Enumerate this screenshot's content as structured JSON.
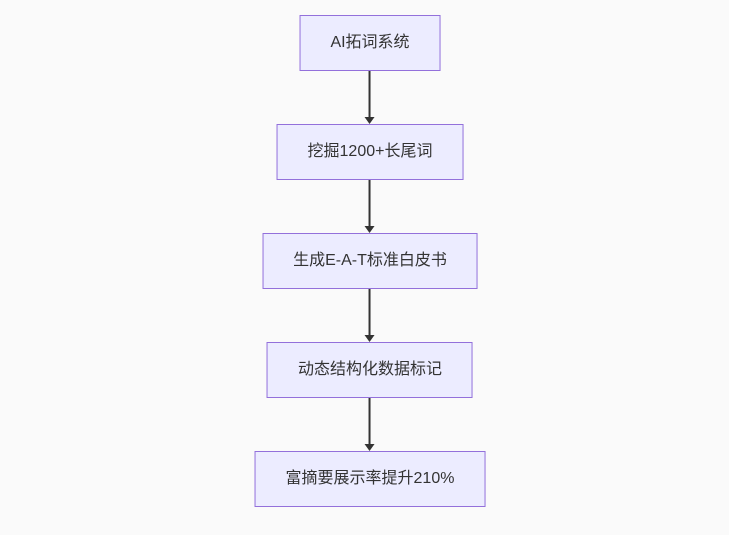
{
  "diagram": {
    "type": "flowchart-vertical",
    "nodes": [
      {
        "label": "AI拓词系统"
      },
      {
        "label": "挖掘1200+长尾词"
      },
      {
        "label": "生成E-A-T标准白皮书"
      },
      {
        "label": "动态结构化数据标记"
      },
      {
        "label": "富摘要展示率提升210%"
      }
    ],
    "edges": [
      {
        "from": "AI拓词系统",
        "to": "挖掘1200+长尾词"
      },
      {
        "from": "挖掘1200+长尾词",
        "to": "生成E-A-T标准白皮书"
      },
      {
        "from": "生成E-A-T标准白皮书",
        "to": "动态结构化数据标记"
      },
      {
        "from": "动态结构化数据标记",
        "to": "富摘要展示率提升210%"
      }
    ],
    "colors": {
      "background": "#fafafa",
      "node_fill": "#ececff",
      "node_border": "#9370db",
      "text": "#333333",
      "arrow": "#333333"
    }
  }
}
